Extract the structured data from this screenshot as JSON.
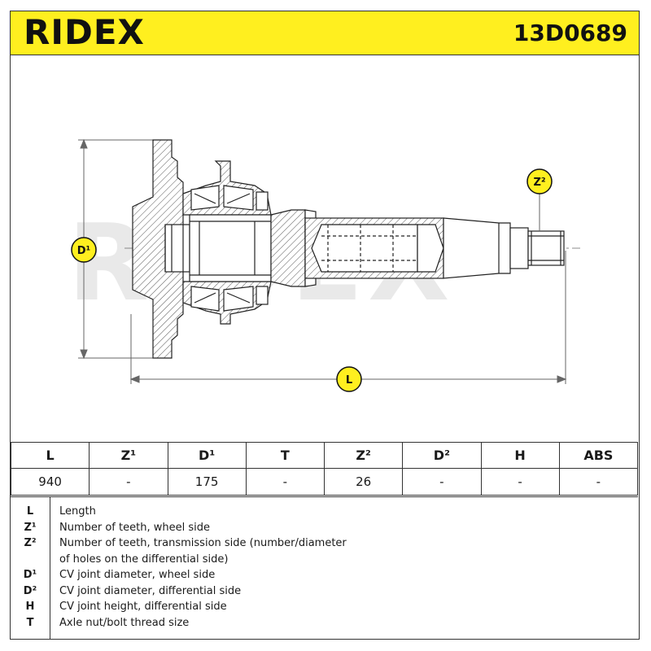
{
  "header": {
    "brand": "RIDEX",
    "part_number": "13D0689",
    "background_color": "#ffef1f"
  },
  "drawing": {
    "watermark": "RIDEX",
    "labels": {
      "d1": "D¹",
      "z2": "Z²",
      "l": "L"
    }
  },
  "specs": {
    "headers": [
      "L",
      "Z¹",
      "D¹",
      "T",
      "Z²",
      "D²",
      "H",
      "ABS"
    ],
    "values": [
      "940",
      "-",
      "175",
      "-",
      "26",
      "-",
      "-",
      "-"
    ]
  },
  "legend": [
    {
      "symbol": "L",
      "text": "Length"
    },
    {
      "symbol": "Z¹",
      "text": "Number of teeth, wheel side"
    },
    {
      "symbol": "Z²",
      "text": "Number of teeth, transmission side (number/diameter"
    },
    {
      "symbol": "",
      "text": "of holes on the differential side)"
    },
    {
      "symbol": "D¹",
      "text": "CV joint diameter, wheel side"
    },
    {
      "symbol": "D²",
      "text": "CV joint diameter, differential side"
    },
    {
      "symbol": "H",
      "text": "CV joint height, differential side"
    },
    {
      "symbol": "T",
      "text": "Axle nut/bolt thread size"
    }
  ]
}
